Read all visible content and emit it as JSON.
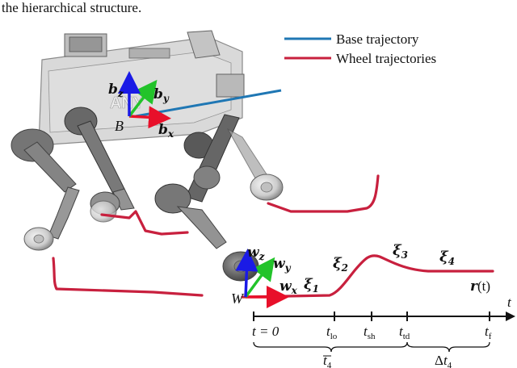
{
  "caption_fragment": "the hierarchical structure.",
  "legend": {
    "base": {
      "label": "Base trajectory",
      "color": "#1f77b4"
    },
    "wheel": {
      "label": "Wheel trajectories",
      "color": "#c8203e"
    }
  },
  "frames": {
    "base": {
      "origin": "B",
      "x": "b",
      "x_sub": "x",
      "y": "b",
      "y_sub": "y",
      "z": "b",
      "z_sub": "z"
    },
    "world": {
      "origin": "W",
      "x": "w",
      "x_sub": "x",
      "y": "w",
      "y_sub": "y",
      "z": "w",
      "z_sub": "z"
    }
  },
  "axis_colors": {
    "x": "#e8102a",
    "y": "#22c32a",
    "z": "#1a1ae6"
  },
  "segments": [
    {
      "sym": "ξ",
      "sub": "1"
    },
    {
      "sym": "ξ",
      "sub": "2"
    },
    {
      "sym": "ξ",
      "sub": "3"
    },
    {
      "sym": "ξ",
      "sub": "4"
    }
  ],
  "trajectory_label": {
    "sym": "r",
    "arg": "(t)"
  },
  "timeline": {
    "axis_symbol": "t",
    "start_label": "t = 0",
    "ticks": [
      {
        "base": "t",
        "sub": "lo"
      },
      {
        "base": "t",
        "sub": "sh"
      },
      {
        "base": "t",
        "sub": "td"
      },
      {
        "base": "t",
        "sub": "f"
      }
    ],
    "brace_left": {
      "base": "t",
      "sub": "4",
      "bar": true
    },
    "brace_right": {
      "prefix": "Δ",
      "base": "t",
      "sub": "4"
    }
  }
}
